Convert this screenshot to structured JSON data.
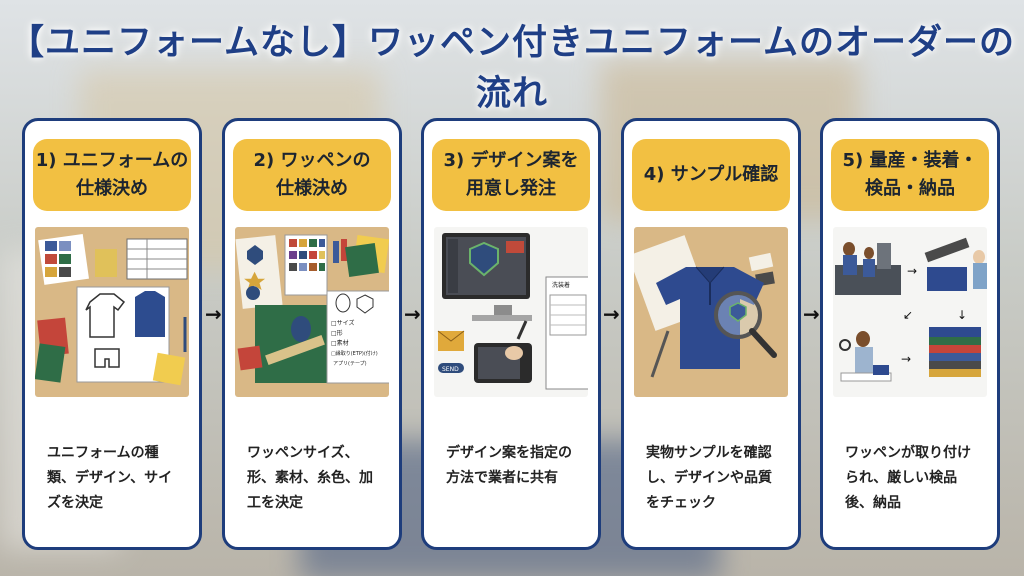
{
  "title": "【ユニフォームなし】ワッペン付きユニフォームのオーダーの流れ",
  "steps": [
    {
      "label_line1": "1) ユニフォームの",
      "label_line2": "仕様決め",
      "desc_lines": [
        "ユニフォームの種",
        "類、デザイン、サイ",
        "ズを決定"
      ]
    },
    {
      "label_line1": "2) ワッペンの",
      "label_line2": "仕様決め",
      "desc_lines": [
        "ワッペンサイズ、",
        "形、素材、糸色、加",
        "工を決定"
      ],
      "notebook_lines": [
        "□サイズ",
        "□形",
        "□素材",
        "□縁取り(ETP)(付け)",
        "アプリ(テープ)"
      ]
    },
    {
      "label_line1": "3) デザイン案を",
      "label_line2": "用意し発注",
      "desc_lines": [
        "デザイン案を指定の",
        "方法で業者に共有"
      ],
      "send_label": "SEND",
      "form_title": "洗装着"
    },
    {
      "label_line1": "4) サンプル確認",
      "label_line2": "",
      "desc_lines": [
        "実物サンプルを確認",
        "し、デザインや品質",
        "をチェック"
      ]
    },
    {
      "label_line1": "5) 量産・装着・",
      "label_line2": "検品・納品",
      "desc_lines": [
        "ワッペンが取り付け",
        "られ、厳しい検品",
        "後、納品"
      ]
    }
  ],
  "colors": {
    "title": "#1f3f86",
    "card_border": "#1e3d7c",
    "label_bg": "#f2c042",
    "illustration_bg": "#d9b886"
  }
}
